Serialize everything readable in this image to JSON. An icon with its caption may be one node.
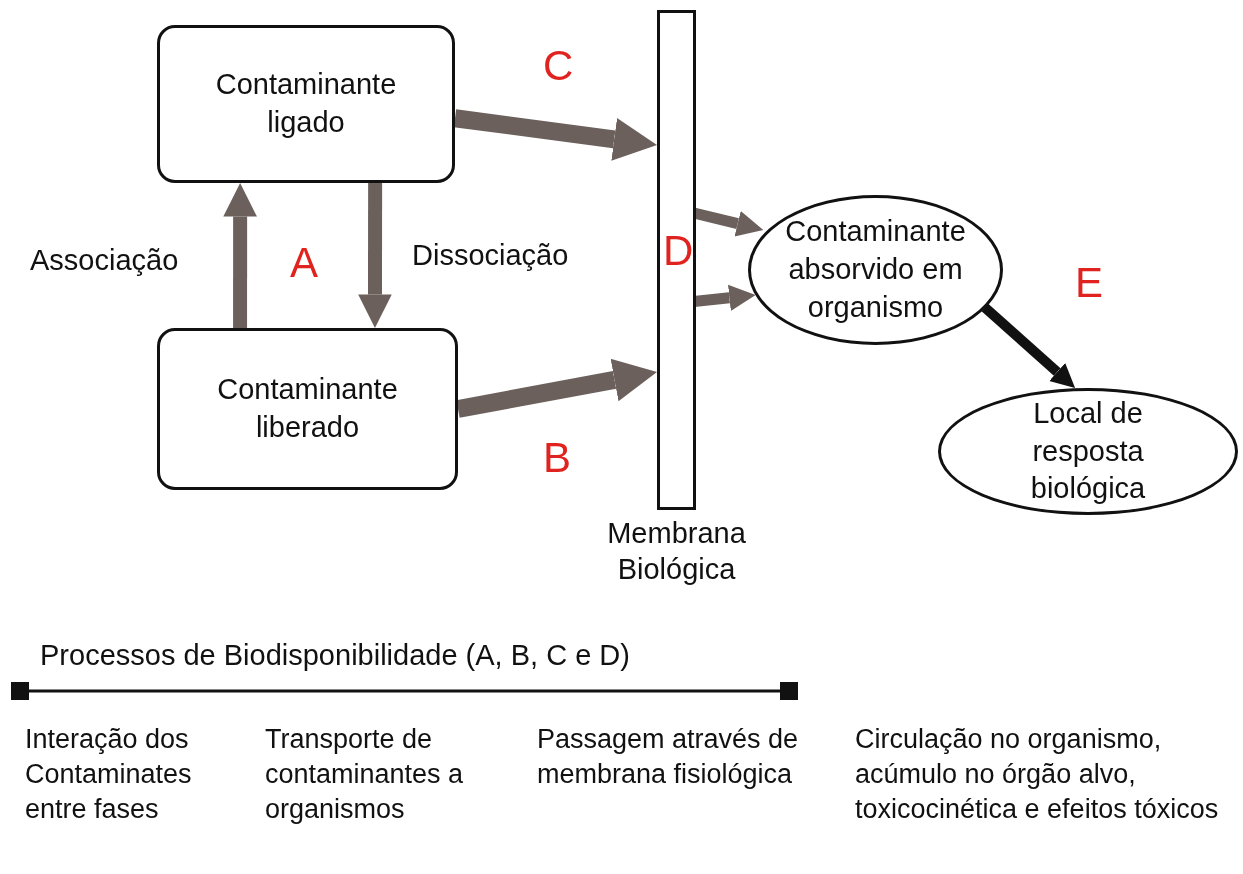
{
  "diagram": {
    "nodes": [
      {
        "text": [
          "Contaminante ligado"
        ]
      },
      {
        "text": [
          "Contaminante liberado"
        ]
      },
      {
        "text": [
          "Membrana Biológica"
        ]
      },
      {
        "text": [
          "Contaminante absorvido em organismo"
        ]
      },
      {
        "text": [
          "Local de resposta biológica"
        ]
      }
    ],
    "edges": [
      {
        "from": 1,
        "to": 0,
        "arrow": "to",
        "label": "Associação"
      },
      {
        "from": 0,
        "to": 1,
        "arrow": "to",
        "label": "Dissociação"
      },
      {
        "from": 0,
        "to": 2,
        "arrow": "to"
      },
      {
        "from": 1,
        "to": 2,
        "arrow": "to"
      },
      {
        "from": 2,
        "to": 3,
        "arrow": "to"
      },
      {
        "from": 2,
        "to": 3,
        "arrow": "to"
      },
      {
        "from": 3,
        "to": 4,
        "arrow": "to",
        "color": "#111111"
      }
    ],
    "labels": [
      "C",
      "A",
      "D",
      "E",
      "B",
      "Processos de Biodisponibilidade (A, B, C e D)",
      "Interação dos Contaminates entre fases",
      "Transporte de contaminantes a organismos",
      "Passagem através de membrana fisiológica",
      "Circulação no organismo, acúmulo no órgão alvo, toxicocinética e efeitos tóxicos"
    ]
  }
}
